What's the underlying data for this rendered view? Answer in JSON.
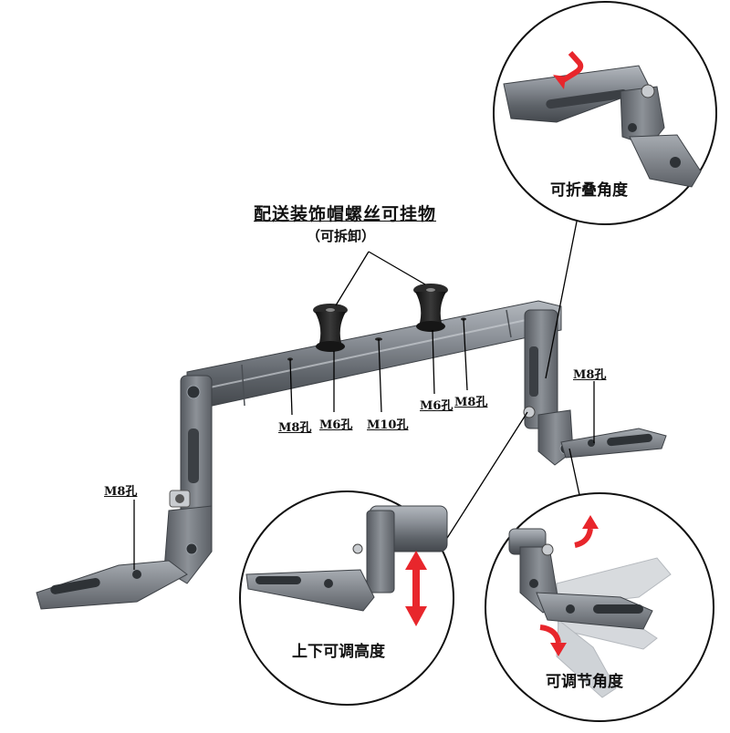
{
  "title": "配送装饰帽螺丝可挂物",
  "subtitle": "（可拆卸）",
  "holes": {
    "m8_left": "M8孔",
    "m8_center": "M8孔",
    "m6_center": "M6孔",
    "m10": "M10孔",
    "m6_right": "M6孔",
    "m8_top": "M8孔",
    "m8_right": "M8孔"
  },
  "callouts": {
    "fold": "可折叠角度",
    "height": "上下可调高度",
    "angle": "可调节角度"
  },
  "colors": {
    "metal": "#6e7278",
    "metal_light": "#9aa0a7",
    "metal_dark": "#3f4348",
    "knob": "#1b1b1b",
    "arrow_red": "#e8262c"
  }
}
